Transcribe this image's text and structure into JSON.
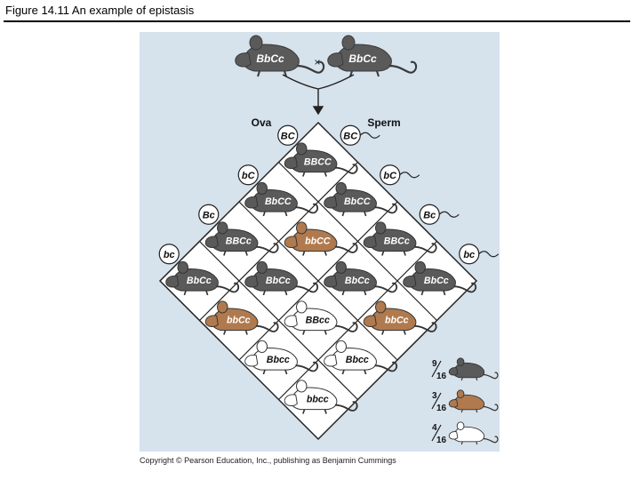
{
  "title": "Figure 14.11 An example of epistasis",
  "copyright": "Copyright © Pearson Education, Inc., publishing as Benjamin Cummings",
  "parents": {
    "left": "BbCc",
    "right": "BbCc",
    "cross_symbol": "×"
  },
  "labels": {
    "ova": "Ova",
    "sperm": "Sperm"
  },
  "ova_gametes": [
    "BC",
    "bC",
    "Bc",
    "bc"
  ],
  "sperm_gametes": [
    "BC",
    "bC",
    "Bc",
    "bc"
  ],
  "colors": {
    "black": "#5a5a5a",
    "brown": "#b07a4e",
    "white": "#ffffff",
    "panel": "#d6e2ec"
  },
  "grid": [
    {
      "label": "BBCC",
      "phenotype": "black"
    },
    {
      "label": "BbCC",
      "phenotype": "black"
    },
    {
      "label": "BbCC",
      "phenotype": "black"
    },
    {
      "label": "BBCc",
      "phenotype": "black"
    },
    {
      "label": "bbCC",
      "phenotype": "brown"
    },
    {
      "label": "BBCc",
      "phenotype": "black"
    },
    {
      "label": "BbCc",
      "phenotype": "black"
    },
    {
      "label": "BbCc",
      "phenotype": "black"
    },
    {
      "label": "BbCc",
      "phenotype": "black"
    },
    {
      "label": "BbCc",
      "phenotype": "black"
    },
    {
      "label": "bbCc",
      "phenotype": "brown"
    },
    {
      "label": "BBcc",
      "phenotype": "white"
    },
    {
      "label": "bbCc",
      "phenotype": "brown"
    },
    {
      "label": "Bbcc",
      "phenotype": "white"
    },
    {
      "label": "Bbcc",
      "phenotype": "white"
    },
    {
      "label": "bbcc",
      "phenotype": "white"
    }
  ],
  "ratios": [
    {
      "numerator": "9",
      "denominator": "16",
      "phenotype": "black"
    },
    {
      "numerator": "3",
      "denominator": "16",
      "phenotype": "brown"
    },
    {
      "numerator": "4",
      "denominator": "16",
      "phenotype": "white"
    }
  ]
}
